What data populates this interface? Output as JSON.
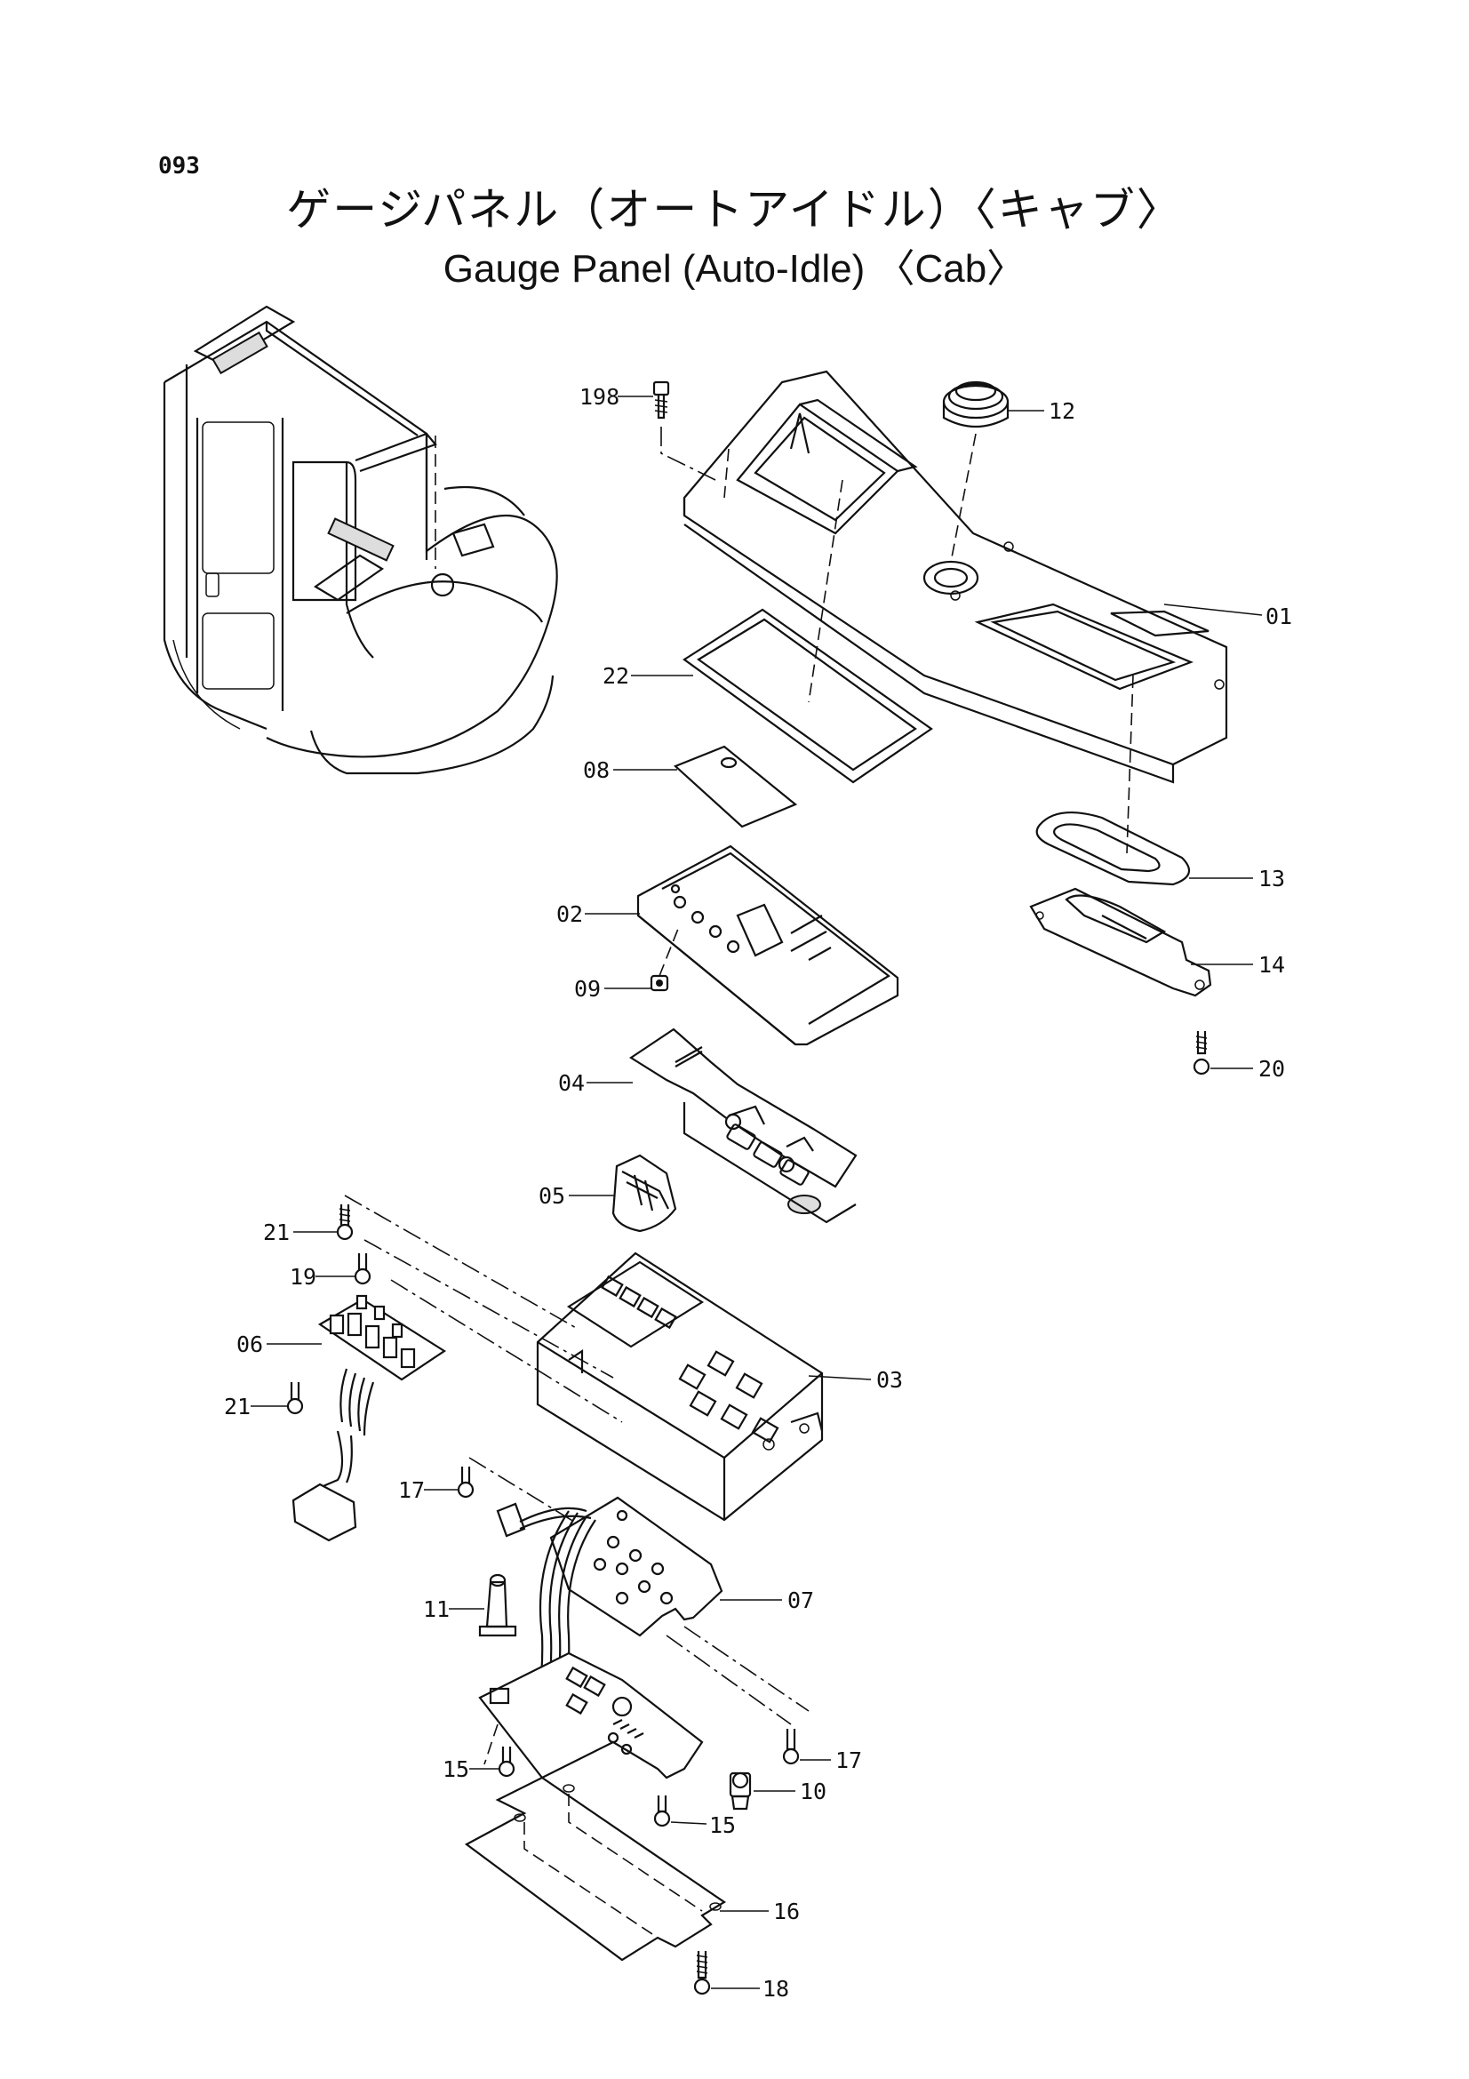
{
  "page_number": "093",
  "title_ja": "ゲージパネル（オートアイドル）〈キャブ〉",
  "title_en": "Gauge Panel (Auto-Idle) 〈Cab〉",
  "callouts": {
    "p198": "198",
    "p12": "12",
    "p01": "01",
    "p22": "22",
    "p08": "08",
    "p13": "13",
    "p02": "02",
    "p14": "14",
    "p09": "09",
    "p20": "20",
    "p04": "04",
    "p05": "05",
    "p21a": "21",
    "p19": "19",
    "p06": "06",
    "p03": "03",
    "p21b": "21",
    "p17a": "17",
    "p07": "07",
    "p11": "11",
    "p17b": "17",
    "p15a": "15",
    "p10": "10",
    "p15b": "15",
    "p16": "16",
    "p18": "18"
  }
}
